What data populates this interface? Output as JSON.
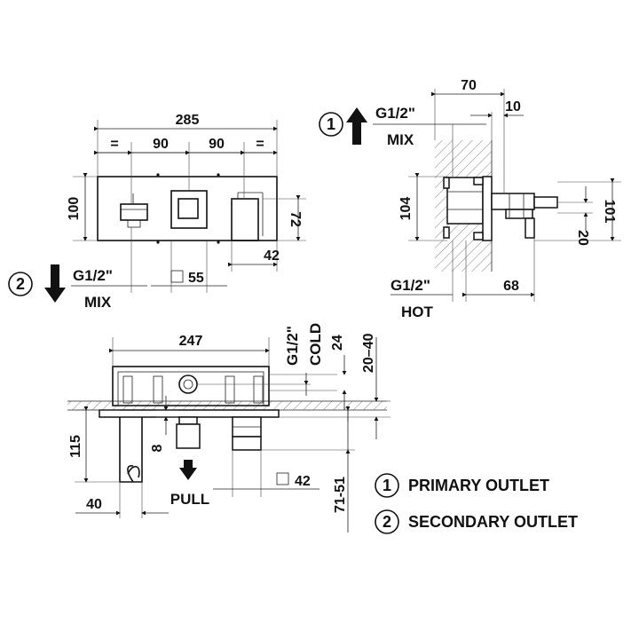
{
  "front_view": {
    "width_total": "285",
    "equal_left": "=",
    "spacing_left": "90",
    "spacing_right": "90",
    "equal_right": "=",
    "height": "100",
    "right_height": "72",
    "bottom_offset": "42",
    "square_size": "55"
  },
  "secondary_outlet_front": {
    "number": "2",
    "thread": "G1/2\"",
    "label": "MIX"
  },
  "side_view": {
    "depth_total": "70",
    "depth_small": "10",
    "height_left": "104",
    "height_right": "101",
    "small_offset": "20",
    "bottom_depth": "68"
  },
  "primary_outlet_side": {
    "number": "1",
    "thread": "G1/2\"",
    "label": "MIX"
  },
  "hot_inlet": {
    "thread": "G1/2\"",
    "label": "HOT"
  },
  "top_view": {
    "width": "247",
    "cold_thread": "G1/2\"",
    "cold_label": "COLD",
    "offset_24": "24",
    "range_wall": "20–40",
    "depth_115": "115",
    "depth_8": "8",
    "offset_40": "40",
    "square_42": "42",
    "range_71_51": "71-51",
    "pull_label": "PULL"
  },
  "legend": [
    {
      "number": "1",
      "text": "PRIMARY OUTLET"
    },
    {
      "number": "2",
      "text": "SECONDARY OUTLET"
    }
  ]
}
